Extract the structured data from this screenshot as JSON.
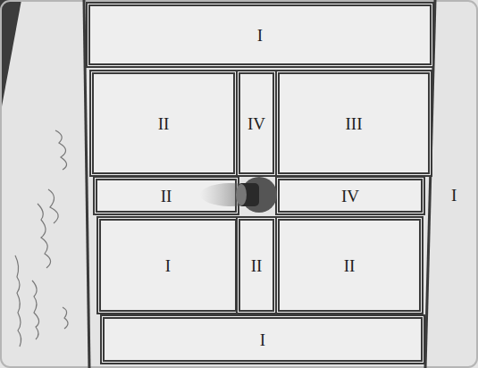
{
  "diagram": {
    "nodes": [
      {
        "text": [
          "I"
        ]
      },
      {
        "text": [
          "II"
        ]
      },
      {
        "text": [
          "IV"
        ]
      },
      {
        "text": [
          "III"
        ]
      },
      {
        "text": [
          "II"
        ]
      },
      {
        "text": [
          "IV"
        ]
      },
      {
        "text": [
          "I"
        ]
      },
      {
        "text": [
          "II"
        ]
      },
      {
        "text": [
          "II"
        ]
      },
      {
        "text": [
          "I"
        ]
      }
    ],
    "labels": [
      "I"
    ]
  }
}
